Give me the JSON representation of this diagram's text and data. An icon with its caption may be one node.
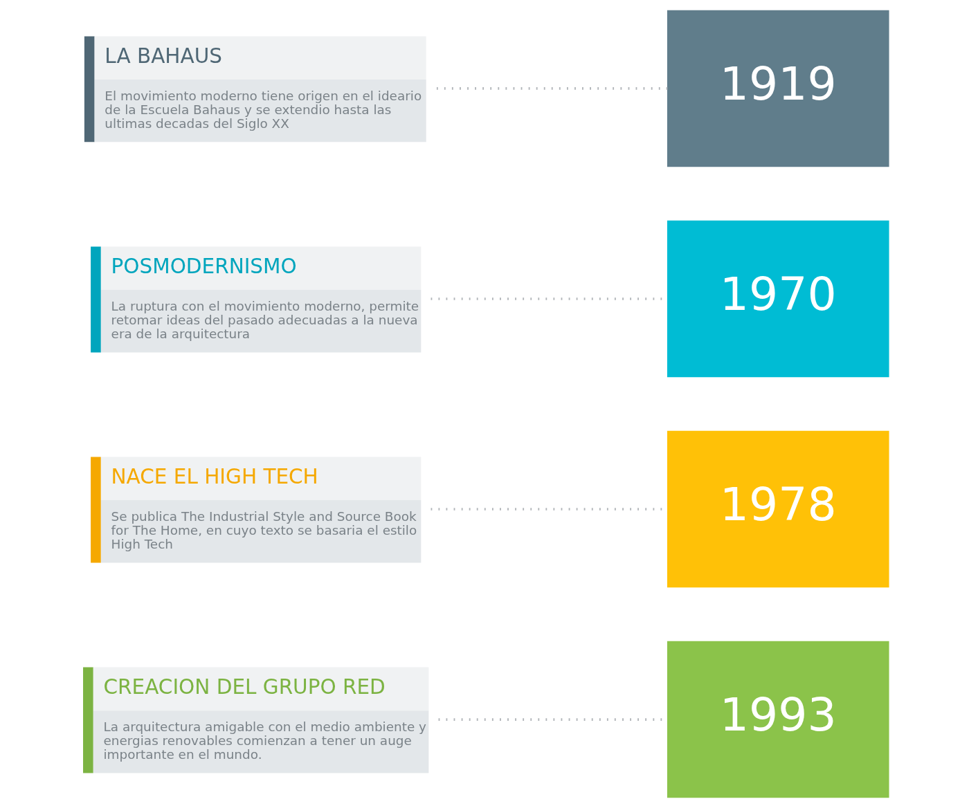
{
  "diagram": {
    "nodes": [
      {
        "text": [
          "CREACION DEL GRUPO RED",
          "La arquitectura amigable con el medio ambiente y energias renovables comienzan a tener un auge importante en el mundo."
        ]
      },
      {
        "text": [
          "1993"
        ]
      },
      {
        "text": [
          "NACE EL HIGH TECH",
          "Se publica The Industrial Style and Source Book for The Home, en cuyo texto se basaria el estilo High Tech"
        ]
      },
      {
        "text": [
          "1978"
        ]
      },
      {
        "text": [
          "POSMODERNISMO",
          "La ruptura con el movimiento moderno, permite retomar ideas del pasado adecuadas a la nueva era de la arquitectura"
        ]
      },
      {
        "text": [
          "1970"
        ]
      },
      {
        "text": [
          "LA BAHAUS",
          "El movimiento moderno tiene origen en el ideario de la Escuela Bahaus y se extendio hasta las ultimas decadas del Siglo XX"
        ]
      },
      {
        "text": [
          "1919"
        ]
      }
    ],
    "edges": [
      {
        "from": 0,
        "to": 1,
        "arrow": "none",
        "style": "dashed"
      },
      {
        "from": 2,
        "to": 3,
        "arrow": "none",
        "style": "dashed"
      },
      {
        "from": 4,
        "to": 5,
        "arrow": "none",
        "style": "dashed"
      },
      {
        "from": 6,
        "to": 7,
        "arrow": "none",
        "style": "dashed"
      }
    ]
  }
}
